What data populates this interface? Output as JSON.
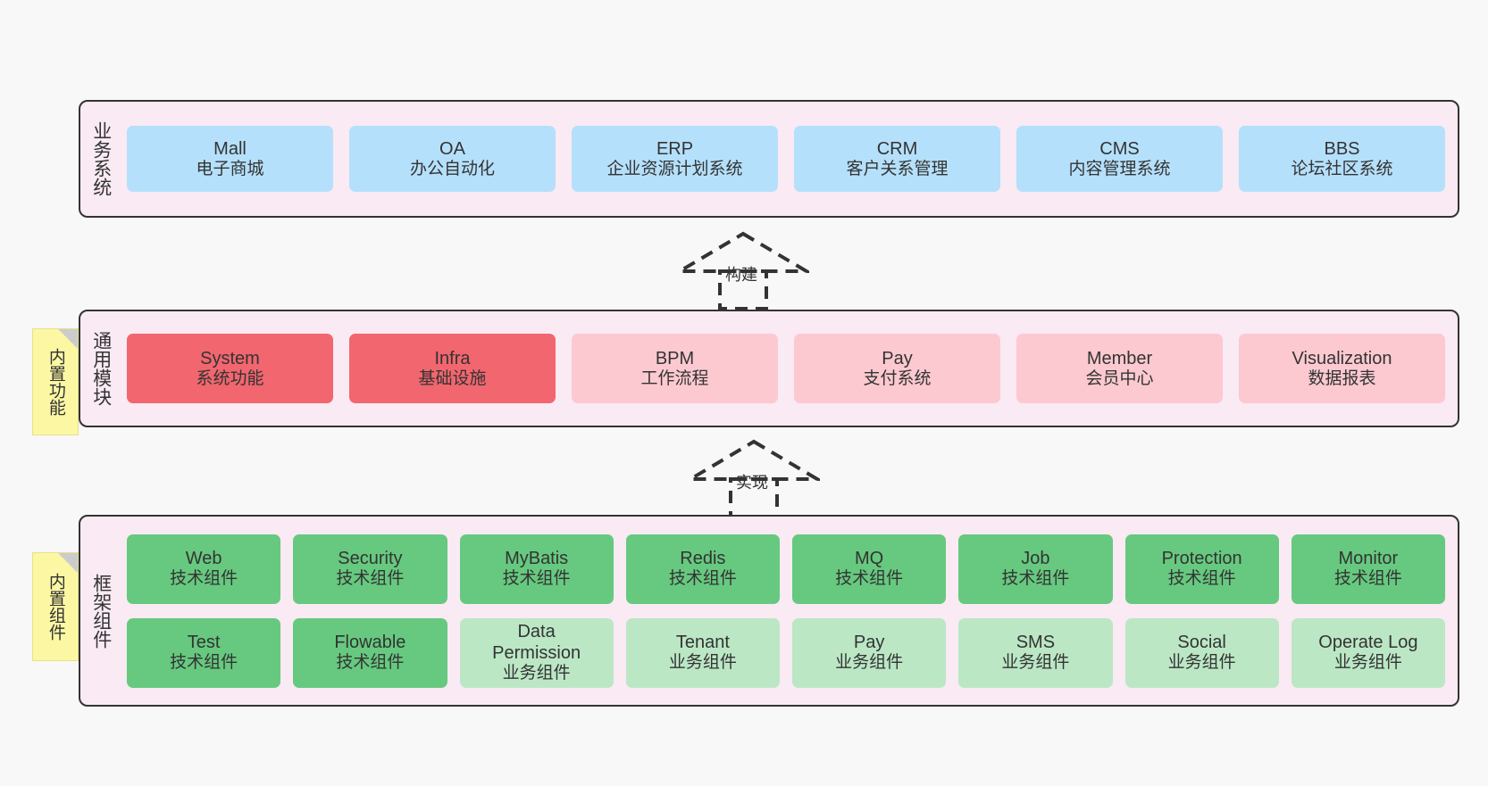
{
  "diagram": {
    "title_hidden": "",
    "background": "#f8f8f8",
    "band_fill": "#f9eaf4",
    "note_fill": "#fbf7a3"
  },
  "notes": [
    {
      "label": "内置功能"
    },
    {
      "label": "内置组件"
    }
  ],
  "arrows": [
    {
      "label": "构建"
    },
    {
      "label": "实现"
    }
  ],
  "layers": [
    {
      "title": "业务系统",
      "rows": [
        {
          "cards": [
            {
              "en": "Mall",
              "cn": "电子商城",
              "color": "blue"
            },
            {
              "en": "OA",
              "cn": "办公自动化",
              "color": "blue"
            },
            {
              "en": "ERP",
              "cn": "企业资源计划系统",
              "color": "blue"
            },
            {
              "en": "CRM",
              "cn": "客户关系管理",
              "color": "blue"
            },
            {
              "en": "CMS",
              "cn": "内容管理系统",
              "color": "blue"
            },
            {
              "en": "BBS",
              "cn": "论坛社区系统",
              "color": "blue"
            }
          ]
        }
      ]
    },
    {
      "title": "通用模块",
      "rows": [
        {
          "cards": [
            {
              "en": "System",
              "cn": "系统功能",
              "color": "red"
            },
            {
              "en": "Infra",
              "cn": "基础设施",
              "color": "red"
            },
            {
              "en": "BPM",
              "cn": "工作流程",
              "color": "pink"
            },
            {
              "en": "Pay",
              "cn": "支付系统",
              "color": "pink"
            },
            {
              "en": "Member",
              "cn": "会员中心",
              "color": "pink"
            },
            {
              "en": "Visualization",
              "cn": "数据报表",
              "color": "pink"
            }
          ]
        }
      ]
    },
    {
      "title": "框架组件",
      "rows": [
        {
          "cards": [
            {
              "en": "Web",
              "cn": "技术组件",
              "color": "green"
            },
            {
              "en": "Security",
              "cn": "技术组件",
              "color": "green"
            },
            {
              "en": "MyBatis",
              "cn": "技术组件",
              "color": "green"
            },
            {
              "en": "Redis",
              "cn": "技术组件",
              "color": "green"
            },
            {
              "en": "MQ",
              "cn": "技术组件",
              "color": "green"
            },
            {
              "en": "Job",
              "cn": "技术组件",
              "color": "green"
            },
            {
              "en": "Protection",
              "cn": "技术组件",
              "color": "green"
            },
            {
              "en": "Monitor",
              "cn": "技术组件",
              "color": "green"
            }
          ]
        },
        {
          "cards": [
            {
              "en": "Test",
              "cn": "技术组件",
              "color": "green"
            },
            {
              "en": "Flowable",
              "cn": "技术组件",
              "color": "green"
            },
            {
              "en": "Data\nPermission",
              "cn": "业务组件",
              "color": "lgreen"
            },
            {
              "en": "Tenant",
              "cn": "业务组件",
              "color": "lgreen"
            },
            {
              "en": "Pay",
              "cn": "业务组件",
              "color": "lgreen"
            },
            {
              "en": "SMS",
              "cn": "业务组件",
              "color": "lgreen"
            },
            {
              "en": "Social",
              "cn": "业务组件",
              "color": "lgreen"
            },
            {
              "en": "Operate Log",
              "cn": "业务组件",
              "color": "lgreen"
            }
          ]
        }
      ]
    }
  ]
}
